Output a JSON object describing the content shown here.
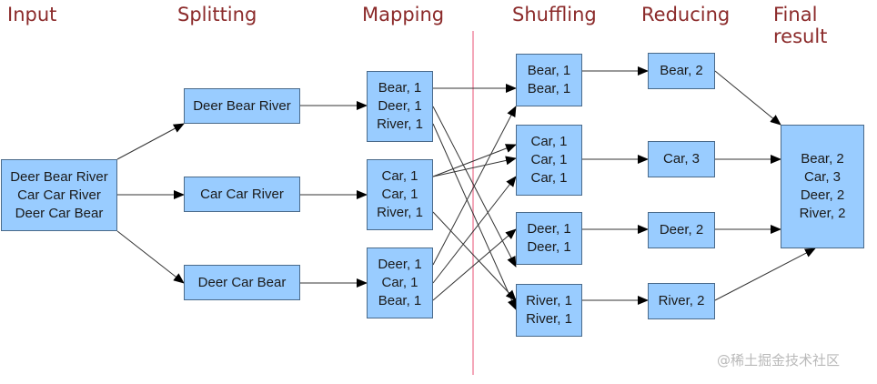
{
  "stages": [
    "Input",
    "Splitting",
    "Mapping",
    "Shuffling",
    "Reducing",
    "Final result"
  ],
  "colors": {
    "stage_label": "#8b2a2a",
    "box_fill": "#99ccff",
    "box_border": "#4a6a8a",
    "divider": "#f4a7b9"
  },
  "input": {
    "lines": [
      "Deer Bear River",
      "Car Car River",
      "Deer Car Bear"
    ]
  },
  "splitting": [
    {
      "lines": [
        "Deer Bear River"
      ]
    },
    {
      "lines": [
        "Car Car River"
      ]
    },
    {
      "lines": [
        "Deer Car Bear"
      ]
    }
  ],
  "mapping": [
    {
      "lines": [
        "Bear, 1",
        "Deer, 1",
        "River, 1"
      ]
    },
    {
      "lines": [
        "Car, 1",
        "Car, 1",
        "River, 1"
      ]
    },
    {
      "lines": [
        "Deer, 1",
        "Car, 1",
        "Bear, 1"
      ]
    }
  ],
  "shuffling": [
    {
      "lines": [
        "Bear, 1",
        "Bear, 1"
      ]
    },
    {
      "lines": [
        "Car, 1",
        "Car, 1",
        "Car, 1"
      ]
    },
    {
      "lines": [
        "Deer, 1",
        "Deer, 1"
      ]
    },
    {
      "lines": [
        "River, 1",
        "River, 1"
      ]
    }
  ],
  "reducing": [
    {
      "lines": [
        "Bear, 2"
      ]
    },
    {
      "lines": [
        "Car, 3"
      ]
    },
    {
      "lines": [
        "Deer, 2"
      ]
    },
    {
      "lines": [
        "River, 2"
      ]
    }
  ],
  "final": {
    "lines": [
      "Bear, 2",
      "Car, 3",
      "Deer, 2",
      "River, 2"
    ]
  },
  "watermark": "@稀土掘金技术社区"
}
